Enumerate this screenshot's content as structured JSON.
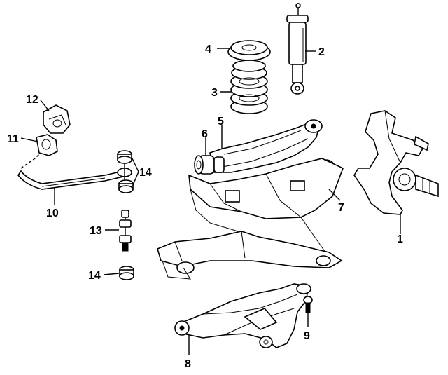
{
  "diagram": {
    "callouts": {
      "c1": "1",
      "c2": "2",
      "c4": "4",
      "c3": "3",
      "c5": "5",
      "c6": "6",
      "c7": "7",
      "c8": "8",
      "c9": "9",
      "c10": "10",
      "c11": "11",
      "c12": "12",
      "c13": "13",
      "c14a": "14",
      "c14b": "14"
    }
  }
}
